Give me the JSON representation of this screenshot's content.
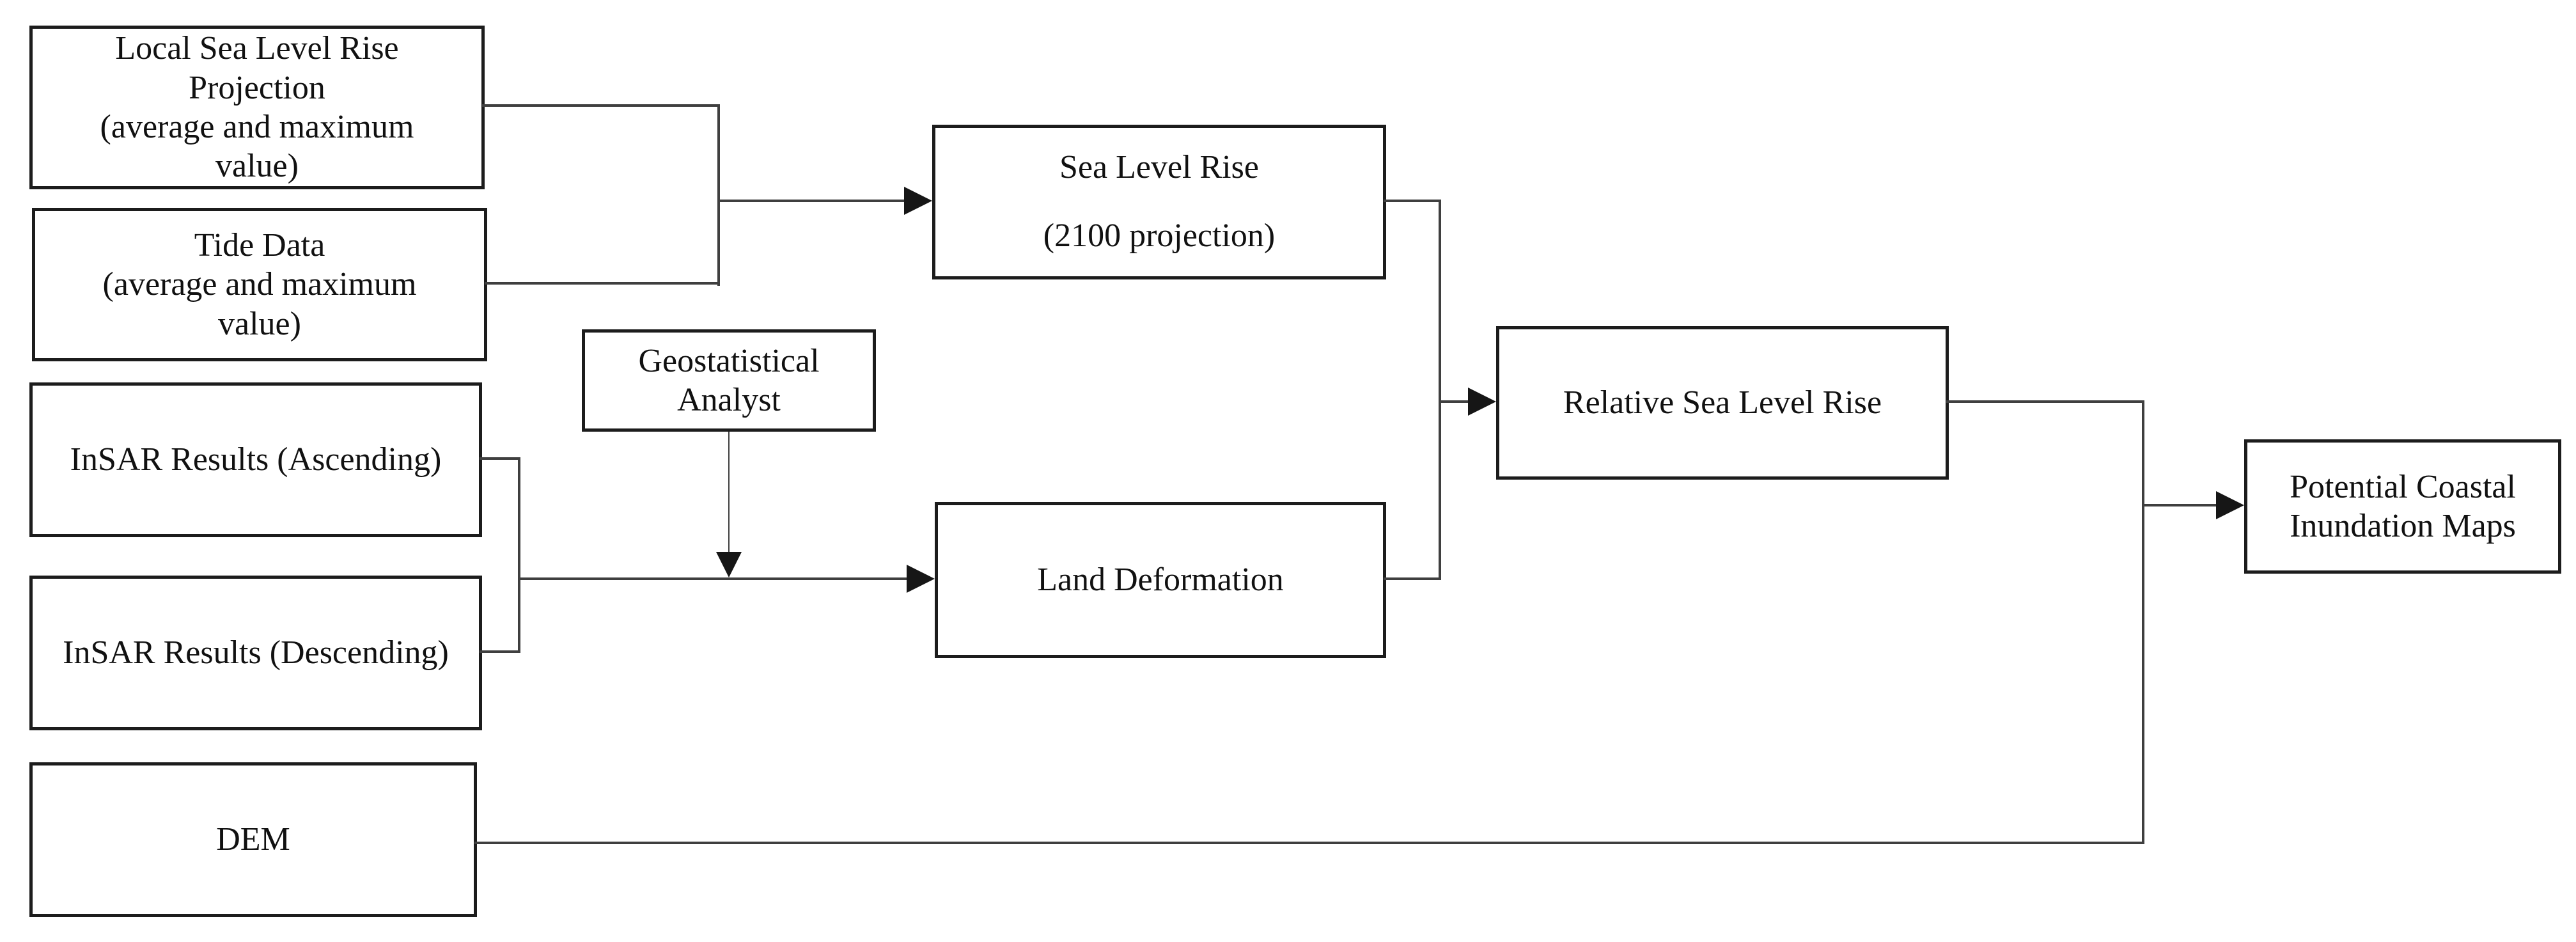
{
  "diagram": {
    "title": "Potential coastal inundation mapping workflow",
    "background_color": "#ffffff",
    "box_border_color": "#1c1c1c",
    "connector_color": "#3f3f3f",
    "arrowhead_color": "#161616",
    "nodes": [
      {
        "id": "local-sea-level-rise-projection",
        "label": "Local Sea Level Rise\nProjection\n(average and maximum\nvalue)"
      },
      {
        "id": "tide-data",
        "label": "Tide Data\n(average and maximum\nvalue)"
      },
      {
        "id": "insar-results-ascending",
        "label": "InSAR Results (Ascending)"
      },
      {
        "id": "insar-results-descending",
        "label": "InSAR Results (Descending)"
      },
      {
        "id": "dem",
        "label": "DEM"
      },
      {
        "id": "geostatistical-analyst",
        "label": "Geostatistical\nAnalyst"
      },
      {
        "id": "sea-level-rise-2100",
        "label": "Sea Level Rise\n(2100 projection)"
      },
      {
        "id": "land-deformation",
        "label": "Land Deformation"
      },
      {
        "id": "relative-sea-level-rise",
        "label": "Relative Sea Level Rise"
      },
      {
        "id": "potential-coastal-inundation-maps",
        "label": "Potential Coastal\nInundation Maps"
      }
    ],
    "edges": [
      {
        "from": "local-sea-level-rise-projection",
        "to": "sea-level-rise-2100"
      },
      {
        "from": "tide-data",
        "to": "sea-level-rise-2100"
      },
      {
        "from": "insar-results-ascending",
        "to": "land-deformation"
      },
      {
        "from": "insar-results-descending",
        "to": "land-deformation"
      },
      {
        "from": "geostatistical-analyst",
        "to": "land-deformation"
      },
      {
        "from": "sea-level-rise-2100",
        "to": "relative-sea-level-rise"
      },
      {
        "from": "land-deformation",
        "to": "relative-sea-level-rise"
      },
      {
        "from": "relative-sea-level-rise",
        "to": "potential-coastal-inundation-maps"
      },
      {
        "from": "dem",
        "to": "potential-coastal-inundation-maps"
      }
    ]
  }
}
